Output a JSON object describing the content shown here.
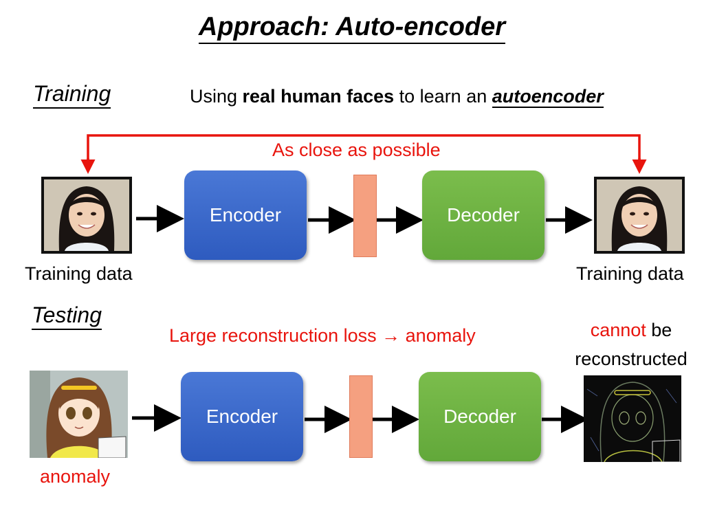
{
  "title": "Approach: Auto-encoder",
  "training": {
    "label": "Training",
    "description_prefix": "Using ",
    "description_bold": "real human faces",
    "description_mid": " to learn an ",
    "description_emph": "autoencoder",
    "loop_label": "As close as possible",
    "encoder_label": "Encoder",
    "decoder_label": "Decoder",
    "input_caption": "Training data",
    "output_caption": "Training data"
  },
  "testing": {
    "label": "Testing",
    "loss_label": "Large reconstruction loss → anomaly",
    "encoder_label": "Encoder",
    "decoder_label": "Decoder",
    "input_caption": "anomaly",
    "output_caption_red": "cannot",
    "output_caption_rest": " be",
    "output_caption_line2": "reconstructed"
  },
  "colors": {
    "accent_red": "#e8140d",
    "encoder_blue": "#3a67c9",
    "decoder_green": "#6bb043",
    "code_salmon": "#f5a080"
  }
}
